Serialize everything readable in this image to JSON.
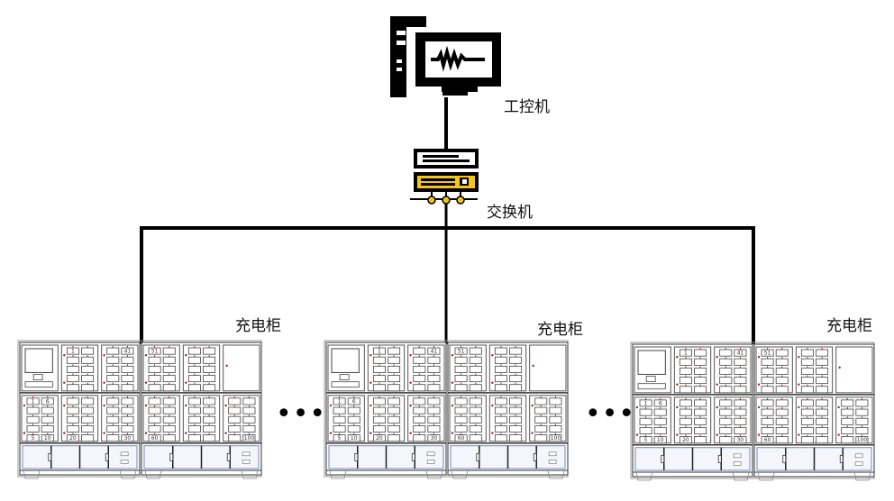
{
  "diagram": {
    "type": "network-topology",
    "nodes": {
      "industrial_pc": {
        "label": "工控机",
        "icon": "industrial-pc-monitor-icon"
      },
      "switch": {
        "label": "交换机",
        "icon": "network-switch-icon",
        "accent": "#F5C518"
      },
      "cabinets": [
        {
          "label": "充电柜"
        },
        {
          "label": "充电柜"
        },
        {
          "label": "充电柜"
        }
      ]
    },
    "ellipsis": [
      "•••",
      "•••"
    ],
    "edges": [
      {
        "from": "industrial_pc",
        "to": "switch"
      },
      {
        "from": "switch",
        "to": "cabinet-1"
      },
      {
        "from": "switch",
        "to": "cabinet-2"
      },
      {
        "from": "switch",
        "to": "cabinet-3"
      }
    ],
    "cabinet_cell_numbers": {
      "left_upper_a": [
        "1"
      ],
      "left_upper_b": [
        "41"
      ],
      "left_lower_a": [
        "1",
        "6",
        "5",
        "10"
      ],
      "left_lower_b": [
        "20"
      ],
      "left_lower_c": [
        "30"
      ],
      "right_upper_a": [
        "51"
      ],
      "right_lower_a": [
        "60"
      ],
      "right_lower_c": [
        "100"
      ]
    },
    "colors": {
      "line": "#000000",
      "cabinet_stroke": "#555555",
      "door_fill": "#f4f6fb",
      "door_stroke": "#7a86b8",
      "lock_dot": "#8b2a2a",
      "switch_yellow": "#F5C518"
    }
  }
}
